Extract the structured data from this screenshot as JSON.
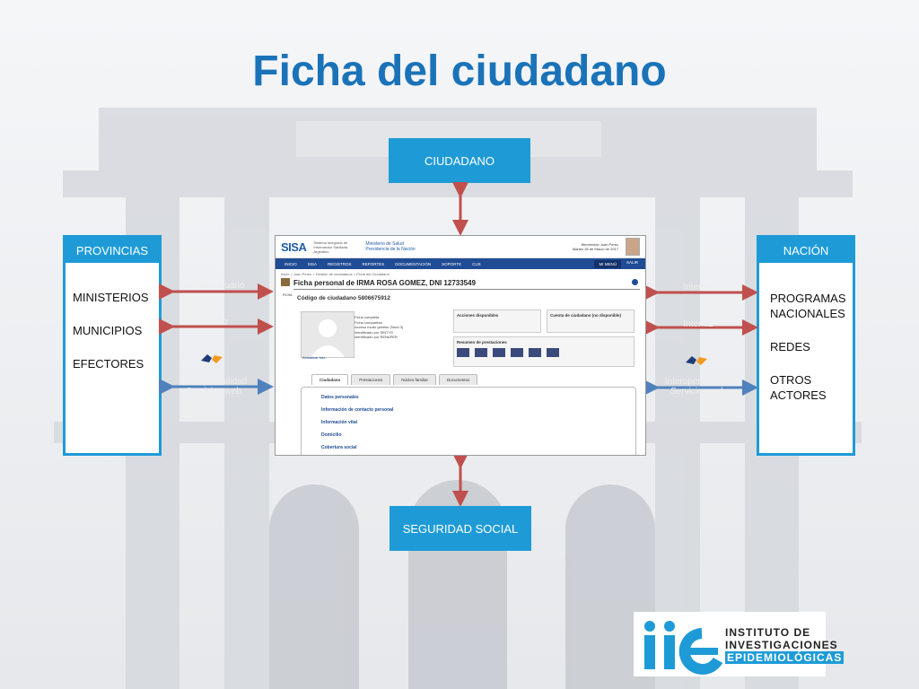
{
  "title": "Ficha del ciudadano",
  "top_box": "CIUDADANO",
  "bottom_box": "SEGURIDAD SOCIAL",
  "left_panel": {
    "header": "PROVINCIAS",
    "items": [
      "MINISTERIOS",
      "MUNICIPIOS",
      "EFECTORES"
    ]
  },
  "right_panel": {
    "header": "NACIÓN",
    "items": [
      "PROGRAMAS NACIONALES",
      "REDES",
      "OTROS ACTORES"
    ]
  },
  "interface_labels": {
    "l1": "Interfaz usuario",
    "l2": "Interfaz",
    "l3": "Interoperabilidad Servicios web",
    "r1": "Interfaz",
    "r2": "Interfaz",
    "r3": "Interoperabilidad Servicios web"
  },
  "screenshot": {
    "logo": "SISA",
    "logo_sub": "Sistema Integrado de Información Sanitaria Argentino",
    "ministry": "Ministerio de Salud Presidencia de la Nación",
    "welcome": "Bienvenido Juan Perez",
    "date": "Martes 28 de Marzo de 2017",
    "nav": [
      "INICIO",
      "SISA",
      "REGISTROS",
      "REPORTES",
      "DOCUMENTACIÓN",
      "SOPORTE",
      "CUS"
    ],
    "nav_right": [
      "MI MENÚ",
      "SALIR"
    ],
    "breadcrumb": "Inicio > Juan Perez > Gestión de ciudadanos > Ficha del Ciudadano",
    "ficha_label": "FICHA",
    "ficha_title": "Ficha personal de IRMA ROSA GOMEZ, DNI 12733549",
    "codigo": "Código de ciudadano 5806675912",
    "photo_link": "Actualizar foto",
    "checks": [
      "Ficha completa",
      "Ficha compartida",
      "Acceso modo gestión (Nivel 3)",
      "Identificado por SINTYS",
      "Identificado por RENAPER"
    ],
    "acciones": "Acciones disponibles",
    "cuenta": "Cuenta de ciudadano (no disponible)",
    "resumen": "Resumen de prestaciones",
    "tabs": [
      "Ciudadano",
      "Prestaciones",
      "Núcleo familiar",
      "Documentos"
    ],
    "sections": [
      "Datos personales",
      "Información de contacto personal",
      "Información vital",
      "Domicilio",
      "Cobertura social"
    ]
  },
  "logo": {
    "name_line1": "INSTITUTO DE",
    "name_line2": "INVESTIGACIONES",
    "name_line3": "EPIDEMIOLÓGICAS"
  },
  "colors": {
    "accent": "#1e9bd7",
    "title": "#1a73b8",
    "arrow": "#c0504d",
    "arrow_blue": "#4f81bd",
    "nav": "#1f4c94"
  }
}
